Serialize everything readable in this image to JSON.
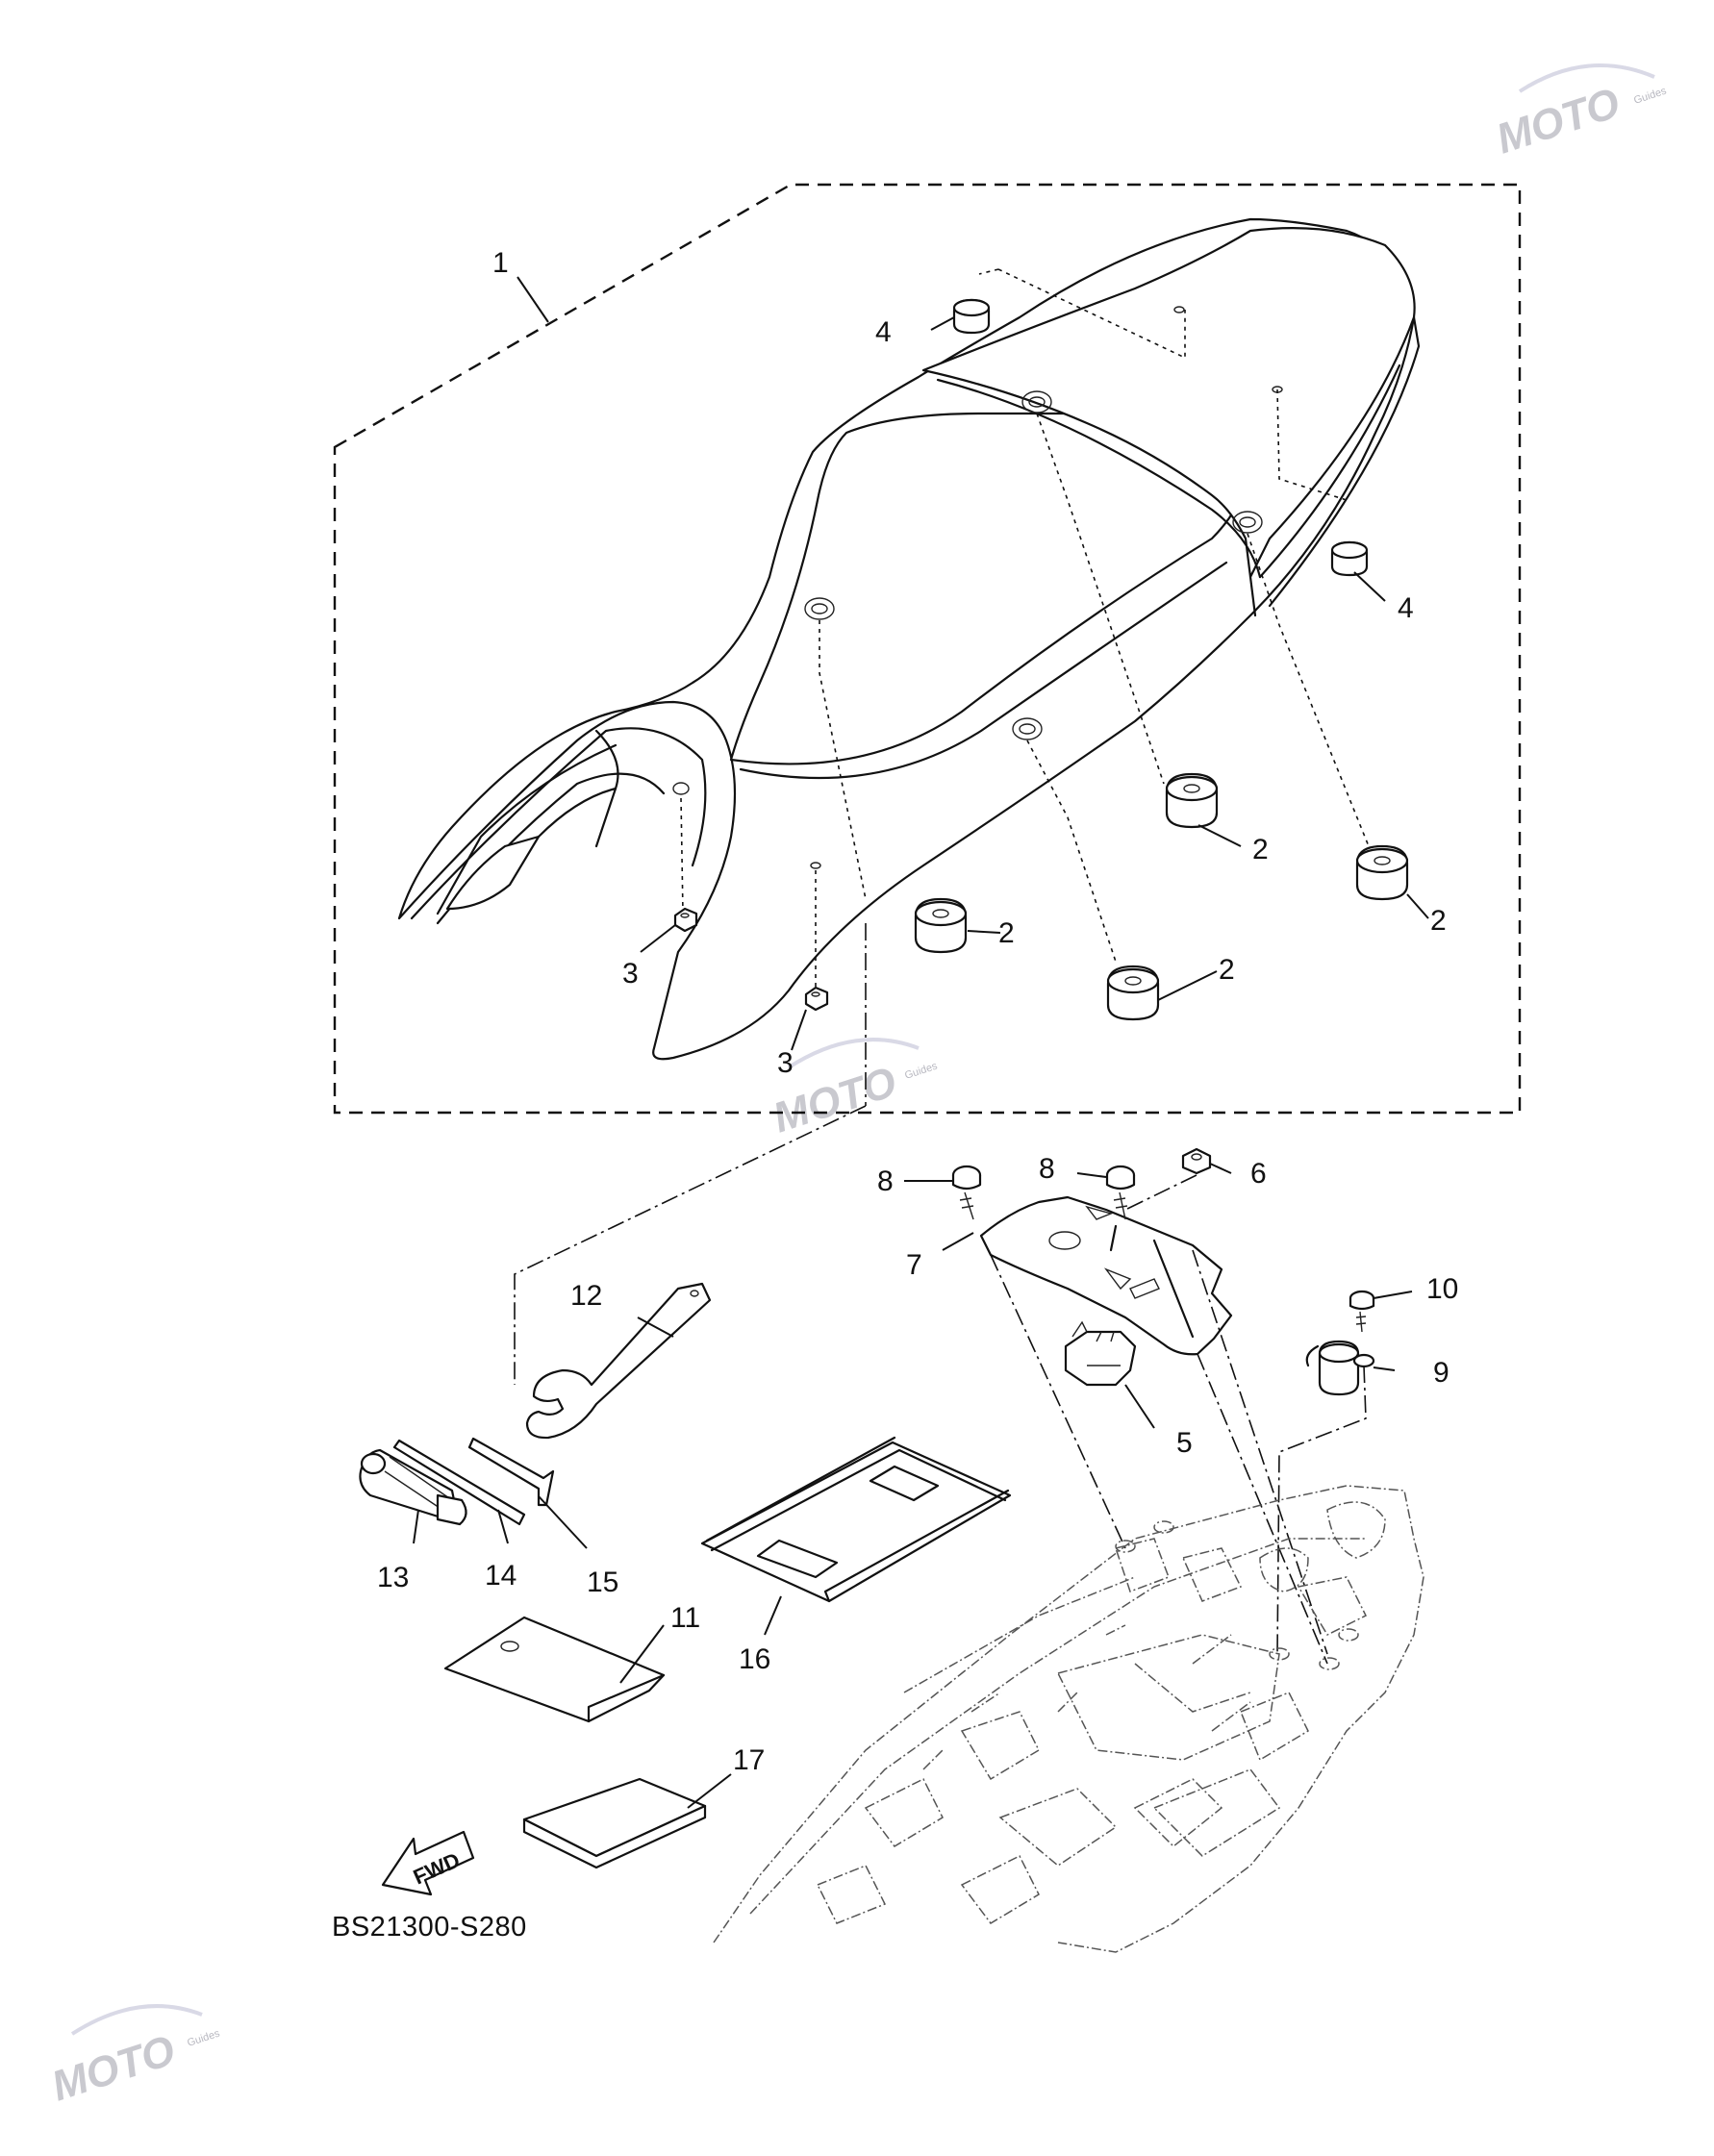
{
  "diagram": {
    "code": "BS21300-S280",
    "fwd_text": "FWD",
    "watermark": {
      "brand": "MOTO",
      "tag": "Guides"
    },
    "callouts": [
      {
        "id": "c1",
        "text": "1"
      },
      {
        "id": "c2a",
        "text": "2"
      },
      {
        "id": "c2b",
        "text": "2"
      },
      {
        "id": "c2c",
        "text": "2"
      },
      {
        "id": "c2d",
        "text": "2"
      },
      {
        "id": "c3a",
        "text": "3"
      },
      {
        "id": "c3b",
        "text": "3"
      },
      {
        "id": "c4a",
        "text": "4"
      },
      {
        "id": "c4b",
        "text": "4"
      },
      {
        "id": "c5",
        "text": "5"
      },
      {
        "id": "c6",
        "text": "6"
      },
      {
        "id": "c7",
        "text": "7"
      },
      {
        "id": "c8a",
        "text": "8"
      },
      {
        "id": "c8b",
        "text": "8"
      },
      {
        "id": "c9",
        "text": "9"
      },
      {
        "id": "c10",
        "text": "10"
      },
      {
        "id": "c11",
        "text": "11"
      },
      {
        "id": "c12",
        "text": "12"
      },
      {
        "id": "c13",
        "text": "13"
      },
      {
        "id": "c14",
        "text": "14"
      },
      {
        "id": "c15",
        "text": "15"
      },
      {
        "id": "c16",
        "text": "16"
      },
      {
        "id": "c17",
        "text": "17"
      }
    ]
  }
}
